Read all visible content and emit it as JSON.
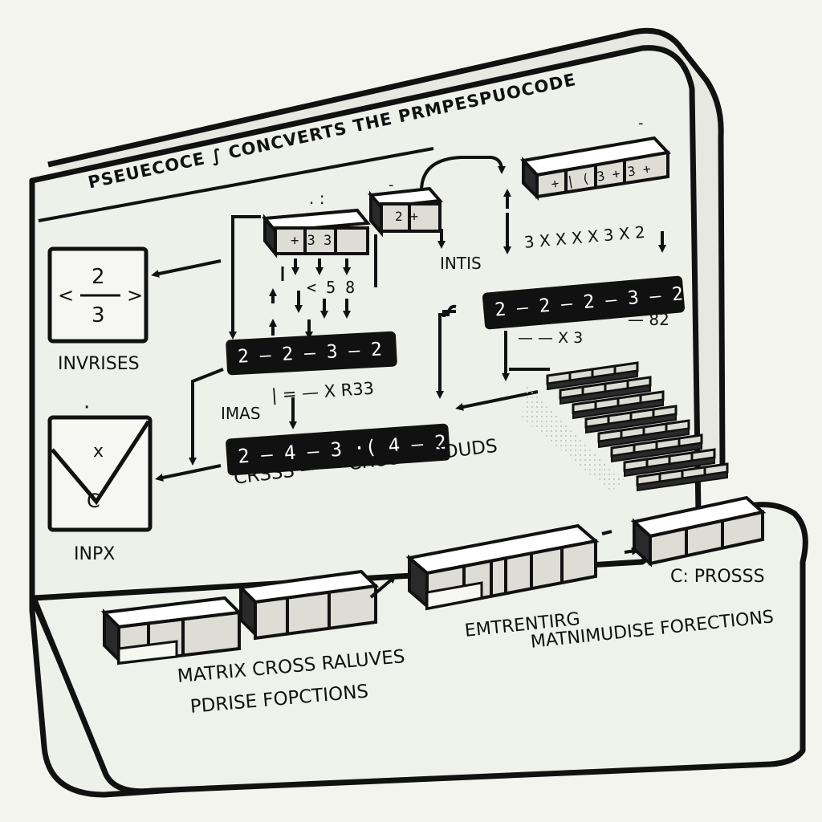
{
  "panel": {
    "title": "PSEUECOCE ∫ CONCVERTS THE PRMPESPUOCODE"
  },
  "left_column": {
    "fraction_top": "2",
    "fraction_bottom": "3",
    "fraction_left": "<",
    "fraction_right": ">",
    "inverses_label": "INVRISES",
    "dot": "·",
    "envelope_top": "x",
    "envelope_bottom": "C",
    "input_label": "INPX"
  },
  "center": {
    "top_block_label": "+ 3 3",
    "dots_a": ". :",
    "side_values": "< 5 8",
    "row_1": "2 — 2 — 3 — 2",
    "imas_label": "IMAS",
    "imas_expr": "| = — X R33",
    "row_2": "2 — 4 — 3 ·( 4 — 2",
    "cross_label": "CRSSS — — CROS PRODUDS"
  },
  "right": {
    "small_block_label": "2 +",
    "small_block_dot": "-",
    "intis_label": "INTIS",
    "top_block_label": "+ | ( 3 + 3 +",
    "top_block_dot": "-",
    "values_row": "3 X X X X 3   X 2",
    "row_3": "2 — 2 — 2 — 3 — 2",
    "under_row": "— — X 3",
    "minus_82": "— 82"
  },
  "bottom": {
    "label_1_line_1": "MATRIX CROSS RALUVES",
    "label_1_line_2": "PDRISE FOPCTIONS",
    "label_2_line_1": "EMTRENTIRG",
    "label_2_line_2": "MATNIMUDISE FORECTIONS",
    "label_3": "C: PROSSS"
  },
  "colors": {
    "panel_fill": "#eef0ea",
    "outline": "#111111",
    "background": "#f4f4ef",
    "cell_fill": "#ddddd6",
    "cell_dark": "#2a2a2a"
  }
}
